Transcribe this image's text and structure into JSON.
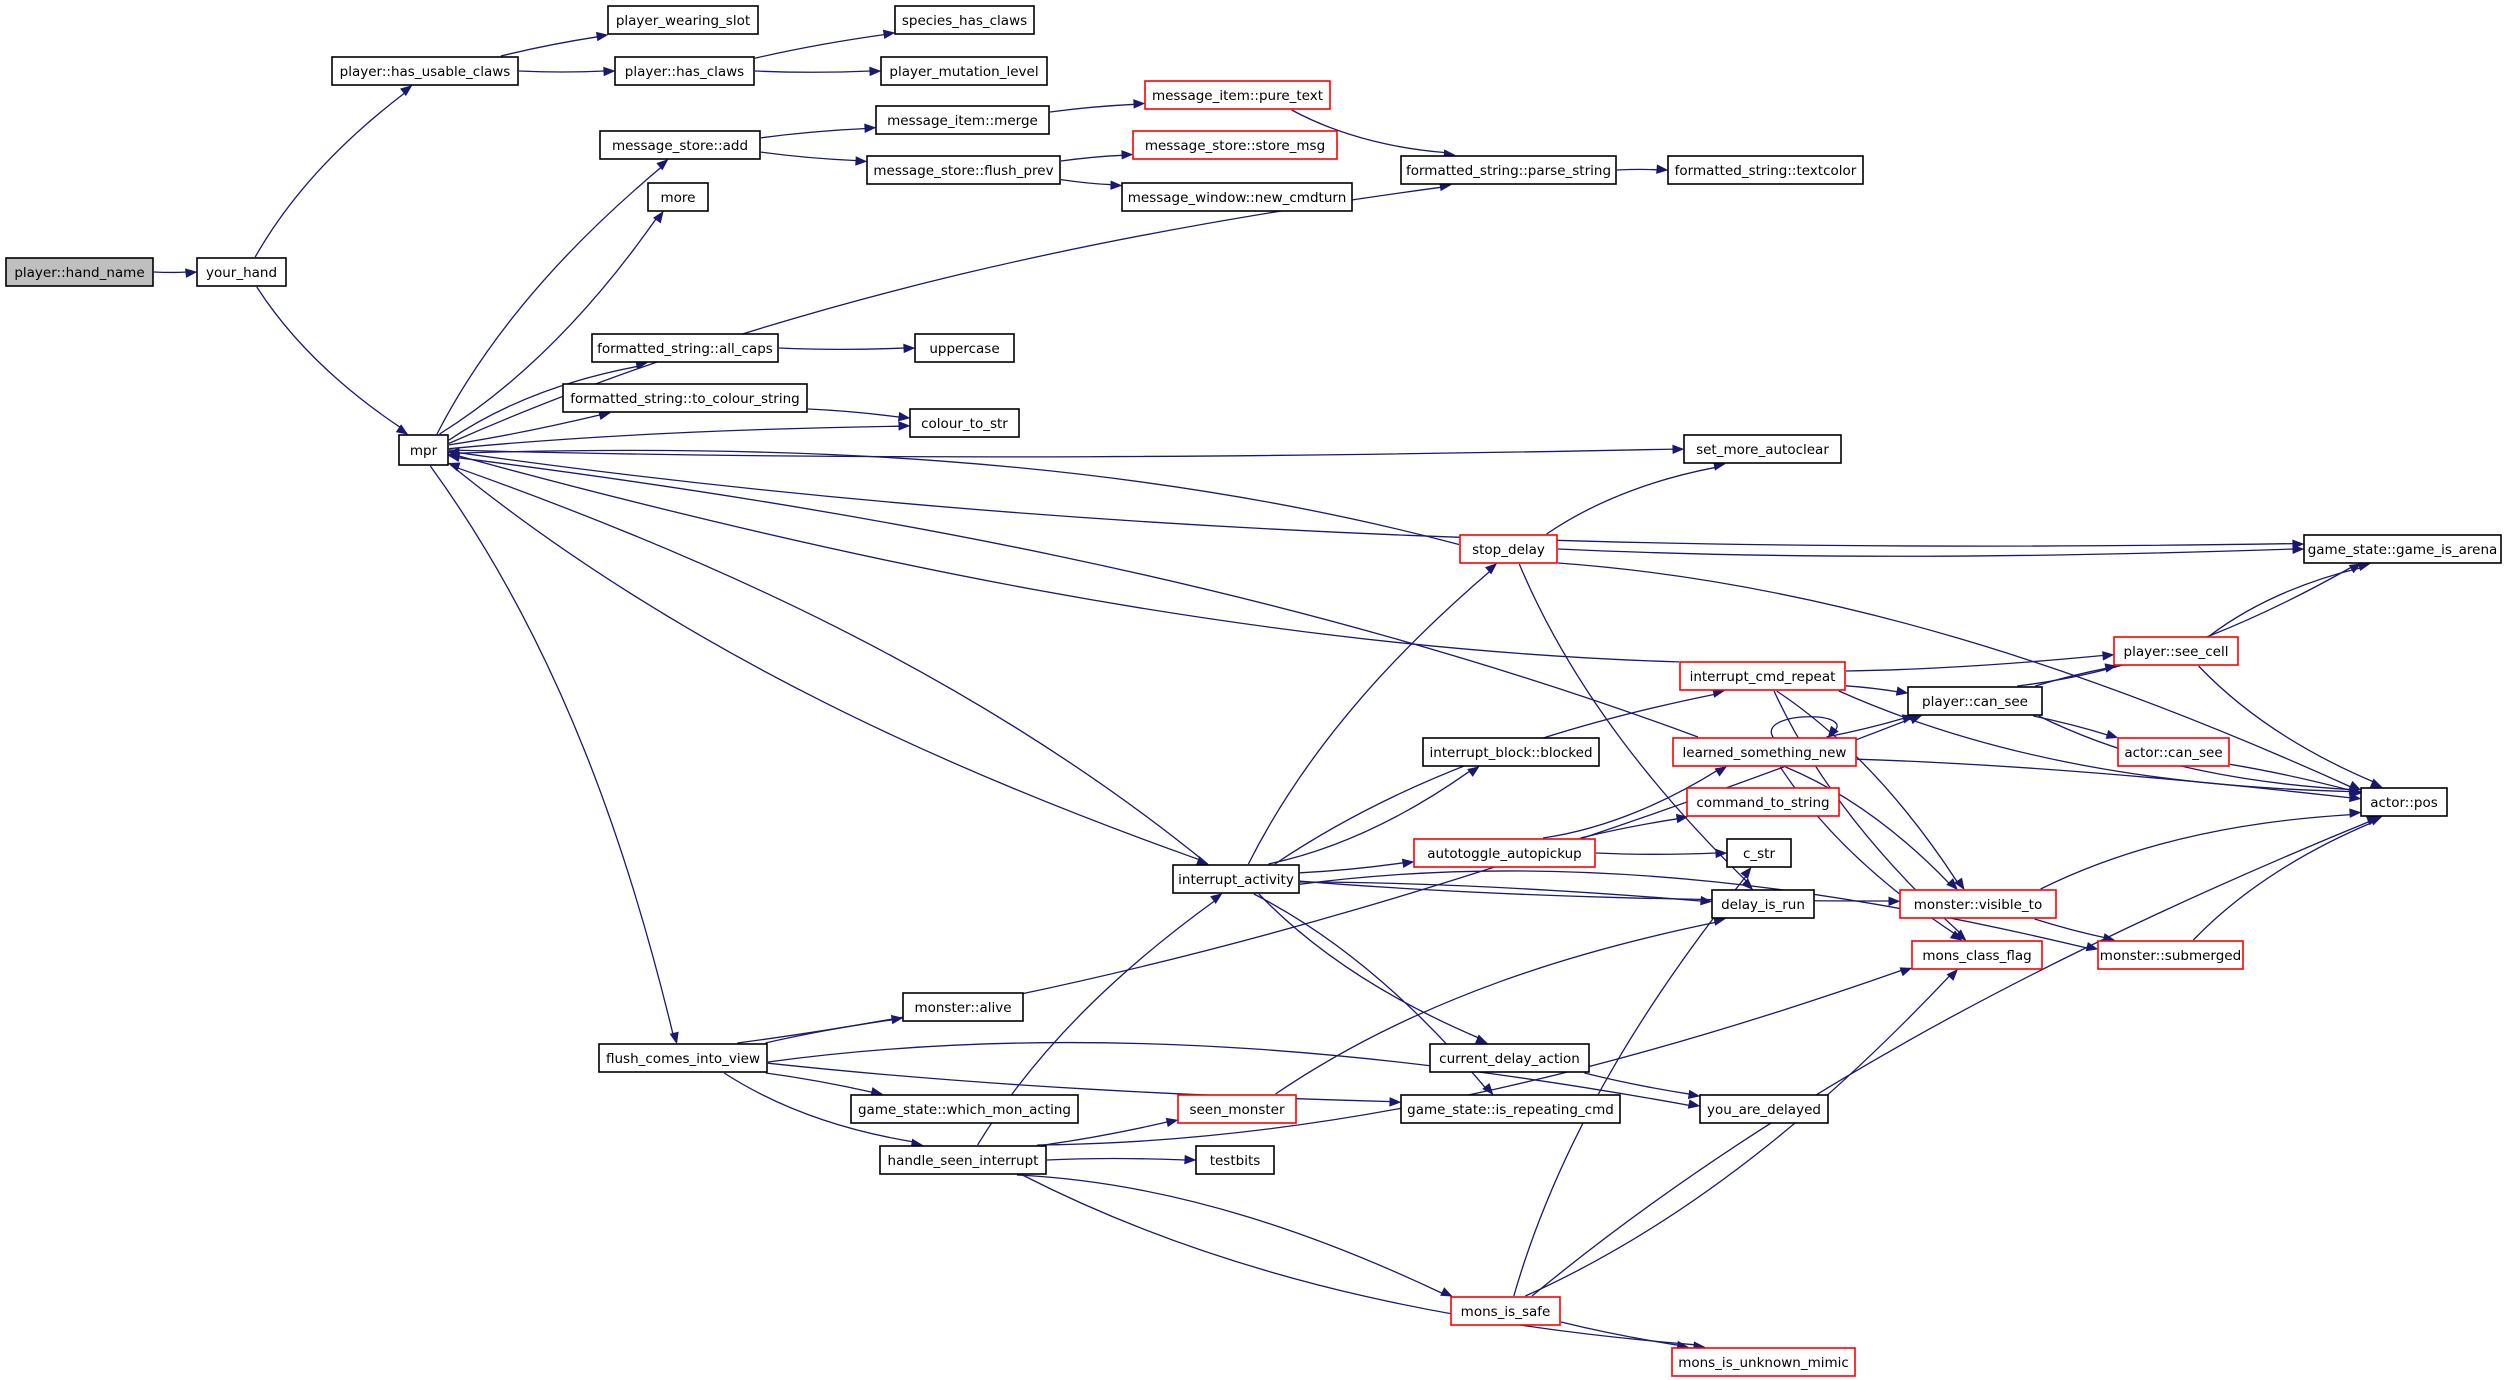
{
  "diagram": {
    "nodes": [
      {
        "id": "hand_name",
        "label": "player::hand_name",
        "style": "root"
      },
      {
        "id": "your_hand",
        "label": "your_hand",
        "style": "normal"
      },
      {
        "id": "has_usable_claws",
        "label": "player::has_usable_claws",
        "style": "normal"
      },
      {
        "id": "mpr",
        "label": "mpr",
        "style": "normal"
      },
      {
        "id": "wearing_slot",
        "label": "player_wearing_slot",
        "style": "normal"
      },
      {
        "id": "has_claws",
        "label": "player::has_claws",
        "style": "normal"
      },
      {
        "id": "species_has_claws",
        "label": "species_has_claws",
        "style": "normal"
      },
      {
        "id": "mutation_level",
        "label": "player_mutation_level",
        "style": "normal"
      },
      {
        "id": "ms_add",
        "label": "message_store::add",
        "style": "normal"
      },
      {
        "id": "mi_merge",
        "label": "message_item::merge",
        "style": "normal"
      },
      {
        "id": "mi_pure_text",
        "label": "message_item::pure_text",
        "style": "red"
      },
      {
        "id": "ms_flush_prev",
        "label": "message_store::flush_prev",
        "style": "normal"
      },
      {
        "id": "ms_store_msg",
        "label": "message_store::store_msg",
        "style": "red"
      },
      {
        "id": "mw_new_cmdturn",
        "label": "message_window::new_cmdturn",
        "style": "normal"
      },
      {
        "id": "fs_parse_string",
        "label": "formatted_string::parse_string",
        "style": "normal"
      },
      {
        "id": "fs_textcolor",
        "label": "formatted_string::textcolor",
        "style": "normal"
      },
      {
        "id": "more",
        "label": "more",
        "style": "normal"
      },
      {
        "id": "fs_all_caps",
        "label": "formatted_string::all_caps",
        "style": "normal"
      },
      {
        "id": "uppercase",
        "label": "uppercase",
        "style": "normal"
      },
      {
        "id": "fs_to_colour_string",
        "label": "formatted_string::to_colour_string",
        "style": "normal"
      },
      {
        "id": "colour_to_str",
        "label": "colour_to_str",
        "style": "normal"
      },
      {
        "id": "set_more_autoclear",
        "label": "set_more_autoclear",
        "style": "normal"
      },
      {
        "id": "stop_delay",
        "label": "stop_delay",
        "style": "red"
      },
      {
        "id": "game_is_arena",
        "label": "game_state::game_is_arena",
        "style": "normal"
      },
      {
        "id": "interrupt_cmd_repeat",
        "label": "interrupt_cmd_repeat",
        "style": "red"
      },
      {
        "id": "player_see_cell",
        "label": "player::see_cell",
        "style": "red"
      },
      {
        "id": "player_can_see",
        "label": "player::can_see",
        "style": "normal"
      },
      {
        "id": "learned_something_new",
        "label": "learned_something_new",
        "style": "red"
      },
      {
        "id": "actor_can_see",
        "label": "actor::can_see",
        "style": "red"
      },
      {
        "id": "interrupt_block_blocked",
        "label": "interrupt_block::blocked",
        "style": "normal"
      },
      {
        "id": "command_to_string",
        "label": "command_to_string",
        "style": "red"
      },
      {
        "id": "actor_pos",
        "label": "actor::pos",
        "style": "normal"
      },
      {
        "id": "autotoggle_autopickup",
        "label": "autotoggle_autopickup",
        "style": "red"
      },
      {
        "id": "c_str",
        "label": "c_str",
        "style": "normal"
      },
      {
        "id": "interrupt_activity",
        "label": "interrupt_activity",
        "style": "normal"
      },
      {
        "id": "delay_is_run",
        "label": "delay_is_run",
        "style": "normal"
      },
      {
        "id": "monster_visible_to",
        "label": "monster::visible_to",
        "style": "red"
      },
      {
        "id": "mons_class_flag",
        "label": "mons_class_flag",
        "style": "red"
      },
      {
        "id": "monster_submerged",
        "label": "monster::submerged",
        "style": "red"
      },
      {
        "id": "monster_alive",
        "label": "monster::alive",
        "style": "normal"
      },
      {
        "id": "flush_comes_into_view",
        "label": "flush_comes_into_view",
        "style": "normal"
      },
      {
        "id": "current_delay_action",
        "label": "current_delay_action",
        "style": "normal"
      },
      {
        "id": "which_mon_acting",
        "label": "game_state::which_mon_acting",
        "style": "normal"
      },
      {
        "id": "is_repeating_cmd",
        "label": "game_state::is_repeating_cmd",
        "style": "normal"
      },
      {
        "id": "you_are_delayed",
        "label": "you_are_delayed",
        "style": "normal"
      },
      {
        "id": "seen_monster",
        "label": "seen_monster",
        "style": "red"
      },
      {
        "id": "handle_seen_interrupt",
        "label": "handle_seen_interrupt",
        "style": "normal"
      },
      {
        "id": "testbits",
        "label": "testbits",
        "style": "normal"
      },
      {
        "id": "mons_is_safe",
        "label": "mons_is_safe",
        "style": "red"
      },
      {
        "id": "mons_is_unknown_mimic",
        "label": "mons_is_unknown_mimic",
        "style": "red"
      }
    ],
    "edges": [
      [
        "hand_name",
        "your_hand"
      ],
      [
        "your_hand",
        "has_usable_claws"
      ],
      [
        "your_hand",
        "mpr"
      ],
      [
        "has_usable_claws",
        "wearing_slot"
      ],
      [
        "has_usable_claws",
        "has_claws"
      ],
      [
        "has_claws",
        "species_has_claws"
      ],
      [
        "has_claws",
        "mutation_level"
      ],
      [
        "mpr",
        "ms_add"
      ],
      [
        "mpr",
        "more"
      ],
      [
        "mpr",
        "fs_parse_string"
      ],
      [
        "mpr",
        "game_is_arena"
      ],
      [
        "mpr",
        "fs_all_caps"
      ],
      [
        "mpr",
        "fs_to_colour_string"
      ],
      [
        "mpr",
        "colour_to_str"
      ],
      [
        "mpr",
        "set_more_autoclear"
      ],
      [
        "mpr",
        "flush_comes_into_view"
      ],
      [
        "mpr",
        "interrupt_activity"
      ],
      [
        "ms_add",
        "mi_merge"
      ],
      [
        "ms_add",
        "ms_flush_prev"
      ],
      [
        "mi_merge",
        "mi_pure_text"
      ],
      [
        "mi_pure_text",
        "fs_parse_string"
      ],
      [
        "ms_flush_prev",
        "ms_store_msg"
      ],
      [
        "ms_flush_prev",
        "mw_new_cmdturn"
      ],
      [
        "fs_parse_string",
        "fs_textcolor"
      ],
      [
        "fs_all_caps",
        "uppercase"
      ],
      [
        "fs_to_colour_string",
        "colour_to_str"
      ],
      [
        "stop_delay",
        "mpr"
      ],
      [
        "stop_delay",
        "set_more_autoclear"
      ],
      [
        "stop_delay",
        "game_is_arena"
      ],
      [
        "stop_delay",
        "actor_pos"
      ],
      [
        "stop_delay",
        "delay_is_run"
      ],
      [
        "interrupt_cmd_repeat",
        "mpr"
      ],
      [
        "interrupt_cmd_repeat",
        "player_see_cell"
      ],
      [
        "interrupt_cmd_repeat",
        "player_can_see"
      ],
      [
        "interrupt_cmd_repeat",
        "actor_pos"
      ],
      [
        "interrupt_cmd_repeat",
        "monster_visible_to"
      ],
      [
        "interrupt_cmd_repeat",
        "mons_class_flag"
      ],
      [
        "player_can_see",
        "player_see_cell"
      ],
      [
        "player_can_see",
        "game_is_arena"
      ],
      [
        "player_can_see",
        "actor_can_see"
      ],
      [
        "player_can_see",
        "actor_pos"
      ],
      [
        "player_see_cell",
        "game_is_arena"
      ],
      [
        "player_see_cell",
        "actor_pos"
      ],
      [
        "actor_can_see",
        "actor_pos"
      ],
      [
        "learned_something_new",
        "mpr"
      ],
      [
        "learned_something_new",
        "learned_something_new"
      ],
      [
        "learned_something_new",
        "player_can_see"
      ],
      [
        "learned_something_new",
        "actor_pos"
      ],
      [
        "learned_something_new",
        "mons_class_flag"
      ],
      [
        "learned_something_new",
        "monster_visible_to"
      ],
      [
        "interrupt_activity",
        "mpr"
      ],
      [
        "interrupt_activity",
        "stop_delay"
      ],
      [
        "interrupt_activity",
        "interrupt_block_blocked"
      ],
      [
        "interrupt_activity",
        "interrupt_cmd_repeat"
      ],
      [
        "interrupt_activity",
        "autotoggle_autopickup"
      ],
      [
        "interrupt_activity",
        "delay_is_run"
      ],
      [
        "interrupt_activity",
        "monster_visible_to"
      ],
      [
        "interrupt_activity",
        "monster_submerged"
      ],
      [
        "interrupt_activity",
        "current_delay_action"
      ],
      [
        "interrupt_activity",
        "is_repeating_cmd"
      ],
      [
        "autotoggle_autopickup",
        "learned_something_new"
      ],
      [
        "autotoggle_autopickup",
        "command_to_string"
      ],
      [
        "autotoggle_autopickup",
        "c_str"
      ],
      [
        "monster_visible_to",
        "actor_pos"
      ],
      [
        "monster_visible_to",
        "monster_submerged"
      ],
      [
        "monster_submerged",
        "actor_pos"
      ],
      [
        "flush_comes_into_view",
        "player_can_see"
      ],
      [
        "flush_comes_into_view",
        "monster_alive"
      ],
      [
        "flush_comes_into_view",
        "is_repeating_cmd"
      ],
      [
        "flush_comes_into_view",
        "which_mon_acting"
      ],
      [
        "flush_comes_into_view",
        "handle_seen_interrupt"
      ],
      [
        "flush_comes_into_view",
        "you_are_delayed"
      ],
      [
        "current_delay_action",
        "you_are_delayed"
      ],
      [
        "handle_seen_interrupt",
        "interrupt_activity"
      ],
      [
        "handle_seen_interrupt",
        "seen_monster"
      ],
      [
        "handle_seen_interrupt",
        "testbits"
      ],
      [
        "handle_seen_interrupt",
        "mons_class_flag"
      ],
      [
        "handle_seen_interrupt",
        "mons_is_safe"
      ],
      [
        "handle_seen_interrupt",
        "mons_is_unknown_mimic"
      ],
      [
        "seen_monster",
        "delay_is_run"
      ],
      [
        "mons_is_safe",
        "mons_class_flag"
      ],
      [
        "mons_is_safe",
        "actor_pos"
      ],
      [
        "mons_is_safe",
        "mons_is_unknown_mimic"
      ],
      [
        "mons_is_safe",
        "c_str"
      ]
    ]
  }
}
